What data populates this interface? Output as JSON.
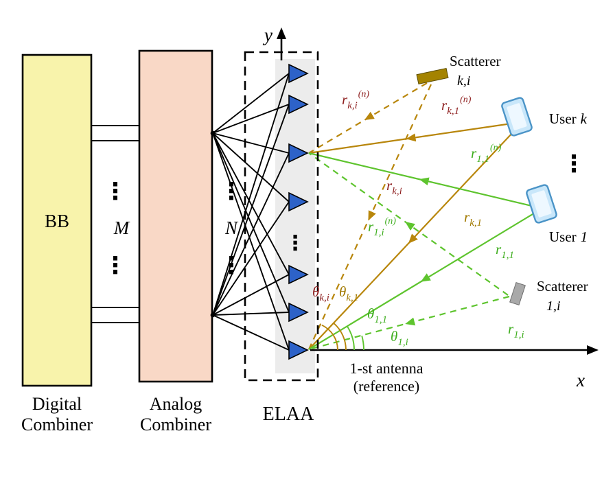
{
  "figure": {
    "blocks": {
      "bb": "BB",
      "digital_caption_line1": "Digital",
      "digital_caption_line2": "Combiner",
      "analog_caption_line1": "Analog",
      "analog_caption_line2": "Combiner",
      "elaa_caption": "ELAA",
      "num_rf_chains": "M",
      "num_antennas": "N",
      "vdots": "⋮"
    },
    "axes": {
      "x_label": "x",
      "y_label": "y"
    },
    "users": {
      "user_k": {
        "label": "User",
        "var": "k"
      },
      "user_1": {
        "label": "User",
        "var": "1"
      }
    },
    "scatterers": {
      "scatterer_k": {
        "label": "Scatterer",
        "index": "k,i"
      },
      "scatterer_1": {
        "label": "Scatterer",
        "index": "1,i"
      }
    },
    "rays": {
      "r_ki_n": {
        "base": "r",
        "sub": "k,i",
        "sup": "(n)"
      },
      "r_k1_n": {
        "base": "r",
        "sub": "k,1",
        "sup": "(n)"
      },
      "r_11_n": {
        "base": "r",
        "sub": "1,1",
        "sup": "(n)"
      },
      "r_1i_n": {
        "base": "r",
        "sub": "1,i",
        "sup": "(n)"
      },
      "r_ki": {
        "base": "r",
        "sub": "k,i"
      },
      "r_k1": {
        "base": "r",
        "sub": "k,1"
      },
      "r_11": {
        "base": "r",
        "sub": "1,1"
      },
      "r_1i": {
        "base": "r",
        "sub": "1,i"
      }
    },
    "angles": {
      "theta_ki": {
        "base": "θ",
        "sub": "k,i"
      },
      "theta_k1": {
        "base": "θ",
        "sub": "k,1"
      },
      "theta_11": {
        "base": "θ",
        "sub": "1,1"
      },
      "theta_1i": {
        "base": "θ",
        "sub": "1,i"
      }
    },
    "reference_note": {
      "line1": "1-st antenna",
      "line2": "(reference)"
    }
  },
  "colors": {
    "bb_fill": "#f8f3ab",
    "analog_fill": "#f9d8c6",
    "antenna_fill": "#2d62c8",
    "strip_fill": "#ececec",
    "ray_olive": "#b8860b",
    "ray_green": "#5ec42e",
    "label_maroon": "#8e1f1f",
    "label_olive": "#a27a00",
    "label_green": "#3fae1f",
    "phone_fill": "#c9e7fa",
    "phone_screen": "#eef8ff",
    "phone_stroke": "#4b94c7",
    "scatterer_k_fill": "#a48300",
    "scatterer_1_fill": "#a9a9a9"
  }
}
